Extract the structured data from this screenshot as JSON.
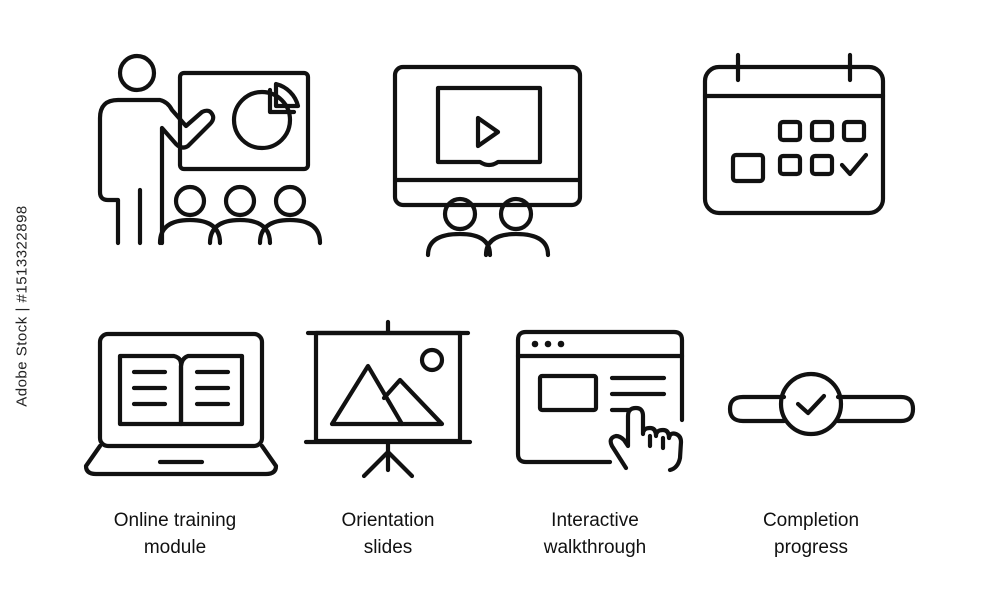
{
  "icons": {
    "presentation": "presenter-with-pie-chart-icon",
    "video_lesson": "monitor-video-book-audience-icon",
    "calendar": "calendar-schedule-icon",
    "online_module": "laptop-open-book-icon",
    "slides": "projector-screen-image-icon",
    "walkthrough": "browser-pointer-hand-icon",
    "completion": "progress-bar-check-icon"
  },
  "captions": {
    "online_module": [
      "Online training",
      "module"
    ],
    "slides": [
      "Orientation",
      "slides"
    ],
    "walkthrough": [
      "Interactive",
      "walkthrough"
    ],
    "completion": [
      "Completion",
      "progress"
    ]
  },
  "stock_id": "Adobe Stock | #1513322898",
  "colors": {
    "stroke": "#111111",
    "background": "#ffffff"
  }
}
